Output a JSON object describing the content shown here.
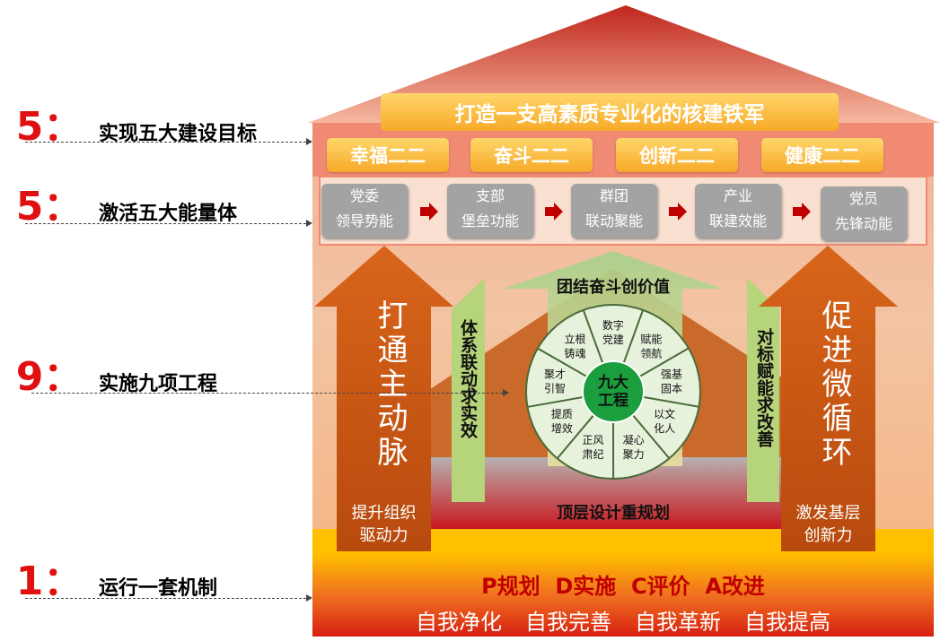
{
  "left_labels": [
    {
      "num": "5：",
      "text": "实现五大建设目标"
    },
    {
      "num": "5：",
      "text": "激活五大能量体"
    },
    {
      "num": "9：",
      "text": "实施九项工程"
    },
    {
      "num": "1：",
      "text": "运行一套机制"
    }
  ],
  "roof_title": "打造一支高素质专业化的核建铁军",
  "goals": [
    "幸福二二",
    "奋斗二二",
    "创新二二",
    "健康二二"
  ],
  "energy": [
    {
      "top": "党委",
      "bottom": "领导势能"
    },
    {
      "top": "支部",
      "bottom": "堡垒功能"
    },
    {
      "top": "群团",
      "bottom": "联动聚能"
    },
    {
      "top": "产业",
      "bottom": "联建效能"
    },
    {
      "top": "党员",
      "bottom": "先锋动能"
    }
  ],
  "left_arrow": {
    "title": "打通主动脉",
    "sub1": "提升组织",
    "sub2": "驱动力"
  },
  "right_arrow": {
    "title": "促进微循环",
    "sub1": "激发基层",
    "sub2": "创新力"
  },
  "green_top": "团结奋斗创价值",
  "green_left": "体系联动求实效",
  "green_right": "对标赋能求改善",
  "base_label": "顶层设计重规划",
  "wheel": {
    "center": "九大工程",
    "center1": "九大",
    "center2": "工程",
    "items": [
      [
        "数字",
        "党建"
      ],
      [
        "赋能",
        "领航"
      ],
      [
        "强基",
        "固本"
      ],
      [
        "以文",
        "化人"
      ],
      [
        "凝心",
        "聚力"
      ],
      [
        "正风",
        "肃纪"
      ],
      [
        "提质",
        "增效"
      ],
      [
        "聚才",
        "引智"
      ],
      [
        "立根",
        "铸魂"
      ]
    ]
  },
  "pdca": "P规划  D实施  C评价  A改进",
  "self": [
    "自我净化",
    "自我完善",
    "自我革新",
    "自我提高"
  ],
  "colors": {
    "red": "#c00000",
    "orange": "#c55a11",
    "green": "#1a9e3e",
    "gold": "#f7a928"
  }
}
